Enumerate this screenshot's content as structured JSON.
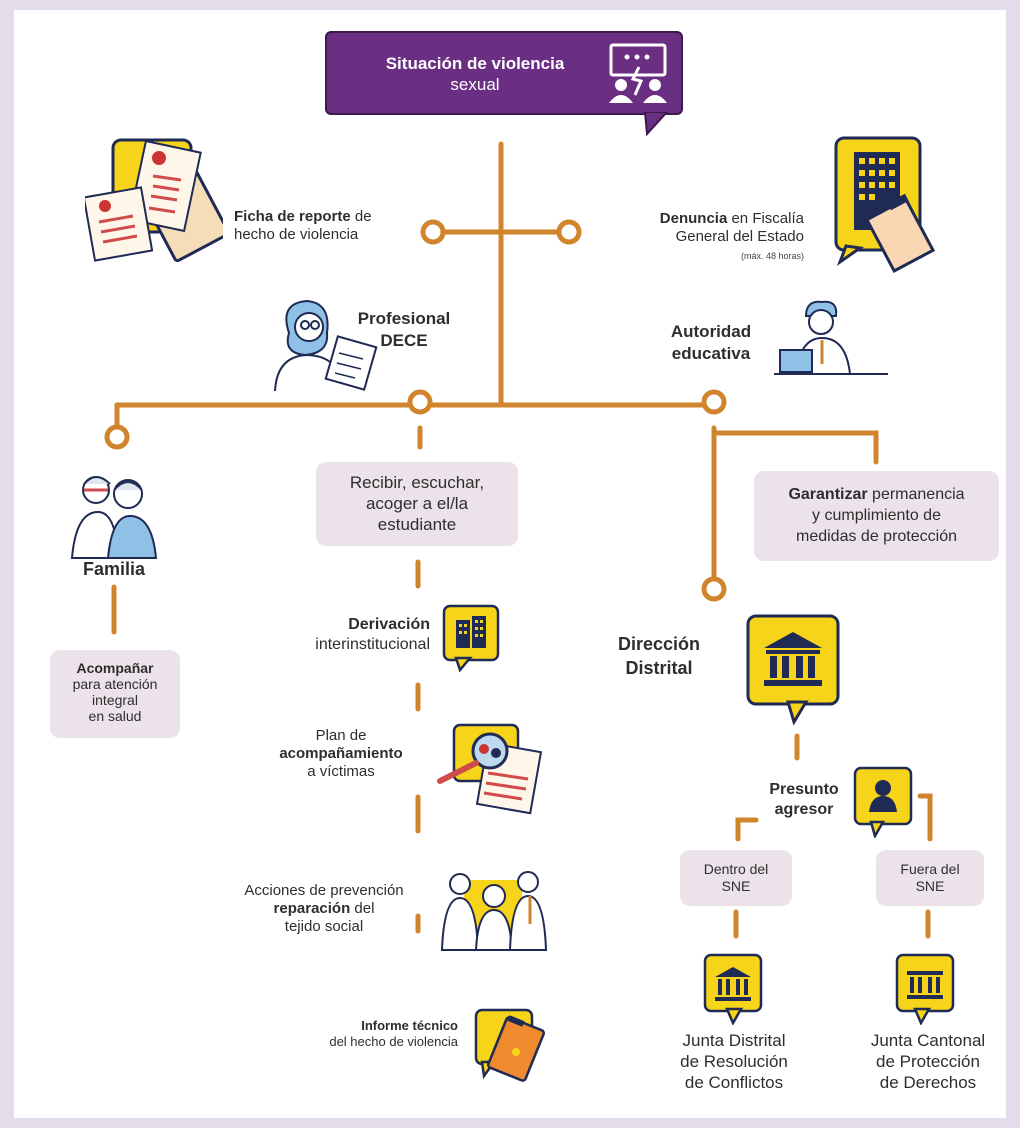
{
  "title": {
    "bold": "Situación de violencia",
    "normal": "sexual"
  },
  "ficha": {
    "bold": "Ficha de reporte",
    "rest": " de",
    "line2": "hecho de violencia"
  },
  "denuncia": {
    "bold": "Denuncia",
    "rest": " en Fiscalía",
    "line2": "General del Estado",
    "note": "(máx. 48 horas)"
  },
  "profesional": {
    "line1": "Profesional",
    "line2": "DECE"
  },
  "autoridad": {
    "line1": "Autoridad",
    "line2": "educativa"
  },
  "familia": {
    "label": "Familia",
    "action_bold": "Acompañar",
    "action_line2": "para atención",
    "action_line3": "integral",
    "action_line4": "en salud"
  },
  "recibir": {
    "line1": "Recibir, escuchar,",
    "line2": "acoger a el/la",
    "line3": "estudiante"
  },
  "garantizar": {
    "bold": "Garantizar",
    "rest": " permanencia",
    "line2": "y cumplimiento de",
    "line3": "medidas de protección"
  },
  "derivacion": {
    "bold": "Derivación",
    "line2": "interinstitucional"
  },
  "direccion": {
    "line1": "Dirección",
    "line2": "Distrital"
  },
  "plan": {
    "line1": "Plan de",
    "line2": "acompañamiento",
    "line3": "a víctimas"
  },
  "presunto": {
    "line1": "Presunto",
    "line2": "agresor"
  },
  "dentro": {
    "line1": "Dentro del",
    "line2": "SNE"
  },
  "fuera": {
    "line1": "Fuera del",
    "line2": "SNE"
  },
  "acciones": {
    "line1": "Acciones de prevención",
    "line2_bold": "reparación",
    "line2_rest": " del",
    "line3": "tejido social"
  },
  "junta_distrital": {
    "line1": "Junta Distrital",
    "line2": "de Resolución",
    "line3": "de Conflictos"
  },
  "junta_cantonal": {
    "line1": "Junta Cantonal",
    "line2": "de Protección",
    "line3": "de Derechos"
  },
  "informe": {
    "line1": "Informe técnico",
    "line2": "del hecho de violencia"
  },
  "colors": {
    "accent": "#6a2e83",
    "line": "#d0852c",
    "yellow": "#f6d41a",
    "pill": "#ece3ea",
    "navy": "#1f2a55"
  }
}
